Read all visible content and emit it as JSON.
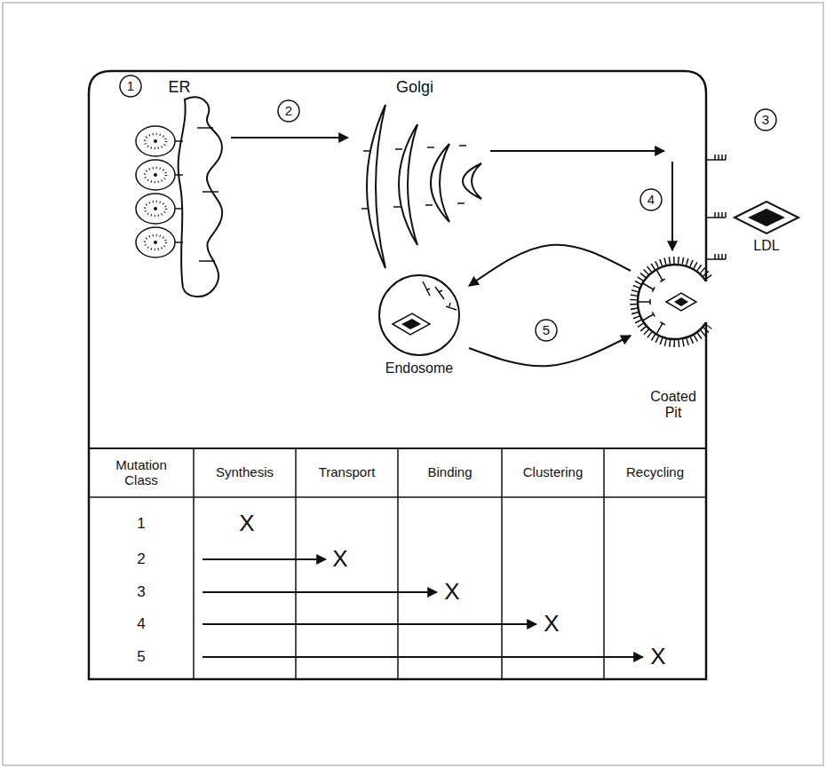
{
  "diagram": {
    "nodes": [
      {
        "text": [
          "ER"
        ]
      },
      {
        "text": [
          "Golgi"
        ]
      },
      {
        "text": [
          "LDL"
        ]
      },
      {
        "text": [
          "Endosome"
        ]
      },
      {
        "text": [
          "Coated Pit"
        ]
      }
    ],
    "edges": [
      {
        "from": 0,
        "to": 1,
        "arrow": "to"
      },
      {
        "from": 4,
        "to": 3,
        "arrow": "to"
      },
      {
        "from": 3,
        "to": 4,
        "arrow": "to"
      }
    ],
    "labels": [
      "1",
      "2",
      "3",
      "4",
      "5",
      "Mutation Class",
      "Synthesis",
      "Transport",
      "Binding",
      "Clustering",
      "Recycling",
      "1",
      "2",
      "3",
      "4",
      "5",
      "X",
      "X",
      "X",
      "X",
      "X"
    ]
  }
}
